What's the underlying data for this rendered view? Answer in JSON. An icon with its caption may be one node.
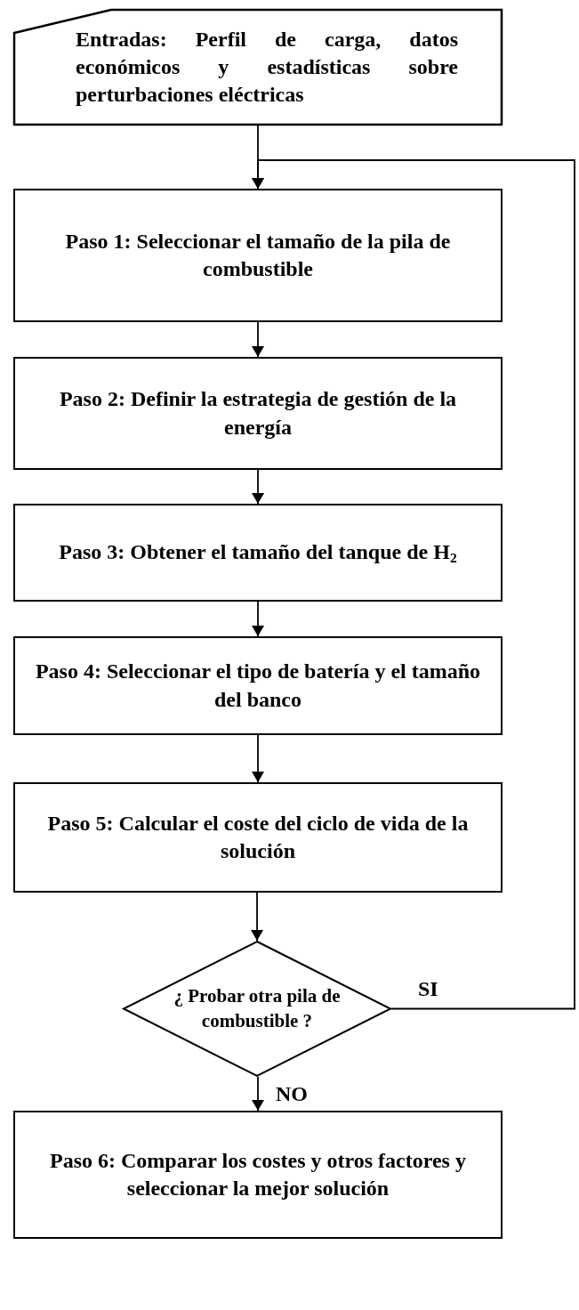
{
  "diagram": {
    "nodes": [
      {
        "text": [
          "Entradas: Perfil de carga, datos económicos y estadísticas sobre perturbaciones eléctricas"
        ]
      },
      {
        "text": [
          "Paso 1:  Seleccionar el tamaño de la pila de combustible"
        ]
      },
      {
        "text": [
          "Paso 2:  Definir la estrategia de gestión de la energía"
        ]
      },
      {
        "text": [
          "Paso 3: Obtener el tamaño del tanque de H$_{2}$"
        ]
      },
      {
        "text": [
          "Paso 4: Seleccionar el tipo de batería y el tamaño del banco"
        ]
      },
      {
        "text": [
          "Paso 5: Calcular el coste del ciclo de vida de la solución"
        ]
      },
      {
        "text": [
          "¿ Probar otra pila de combustible ?"
        ]
      },
      {
        "text": [
          "Paso 6:   Comparar los costes y otros factores y seleccionar la mejor solución"
        ]
      }
    ],
    "edges": [
      {
        "from": 0,
        "to": 1,
        "arrow": "to"
      },
      {
        "from": 1,
        "to": 2,
        "arrow": "to"
      },
      {
        "from": 2,
        "to": 3,
        "arrow": "to"
      },
      {
        "from": 3,
        "to": 4,
        "arrow": "to"
      },
      {
        "from": 4,
        "to": 5,
        "arrow": "to"
      },
      {
        "from": 5,
        "to": 6,
        "arrow": "to"
      },
      {
        "from": 6,
        "to": 1,
        "arrow": "to",
        "label": "SI"
      },
      {
        "from": 6,
        "to": 7,
        "arrow": "to",
        "label": "NO"
      }
    ]
  }
}
